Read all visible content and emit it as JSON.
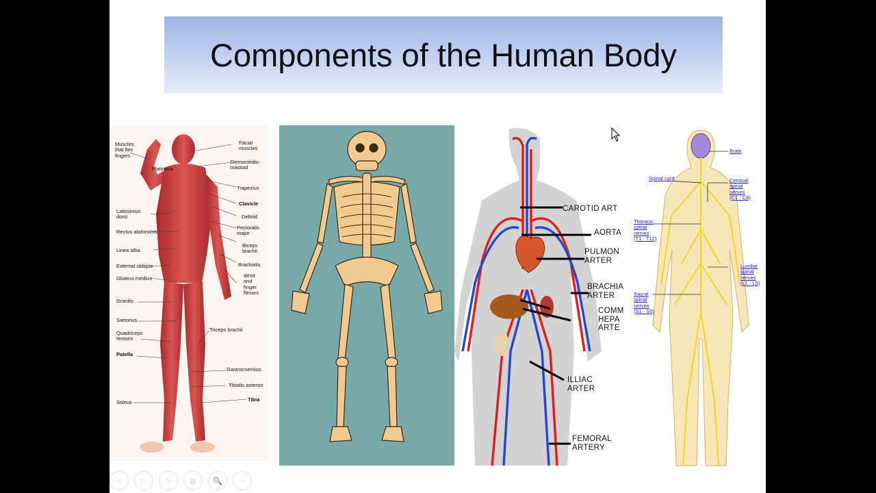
{
  "slide": {
    "title": "Components of the Human Body"
  },
  "muscle_labels": {
    "left": [
      "Muscles\nthat flex\nfingers",
      "Platysma",
      "Latissimus\ndorsi",
      "Rectus abdominis",
      "Linea alba",
      "External oblique",
      "Gluteus medius",
      "Gracilis",
      "Sartorius",
      "Quadriceps\nfemoris",
      "Patella",
      "Soleus"
    ],
    "right": [
      "Facial\nmuscles",
      "Sternocleido-\nmastoid",
      "Trapezius",
      "Clavicle",
      "Deltoid",
      "Pectoralis\nmajor",
      "Biceps\nbrachii",
      "Brachialis",
      "Wrist\nand\nfinger\nflexors",
      "Triceps brachii",
      "Gastrocnemius",
      "Tibialis anterior",
      "Tibia"
    ]
  },
  "circulatory_labels": [
    "CAROTID ART",
    "AORTA",
    "PULMON\nARTER",
    "BRACHIA\nARTER",
    "COMM\nHEPA\nARTE",
    "ILLIAC ARTER",
    "FEMORAL\nARTERY"
  ],
  "nervous_labels": [
    "Brain",
    "Spinal cord",
    "Cervical\nspinal\nnerves\n(C1 - C8)",
    "Thoracic\nspinal\nnerves\n(T1 - T12)",
    "Lumbar\nspinal\nnerves\n(L1 - L5)",
    "Sacral\nspinal\nnerves\n(S1 - S5)"
  ],
  "controls": [
    "◁",
    "▷",
    "✎",
    "▦",
    "🔍",
    "⋯"
  ],
  "colors": {
    "title_gradient_top": "#9db4e4",
    "title_gradient_bottom": "#e6edfa",
    "skeleton_background": "#76a9a7",
    "muscle_red": "#c8373a",
    "bone": "#f2c98f",
    "artery_red": "#e02020",
    "vein_blue": "#2848d0",
    "nerve_yellow": "#f5e24a"
  }
}
